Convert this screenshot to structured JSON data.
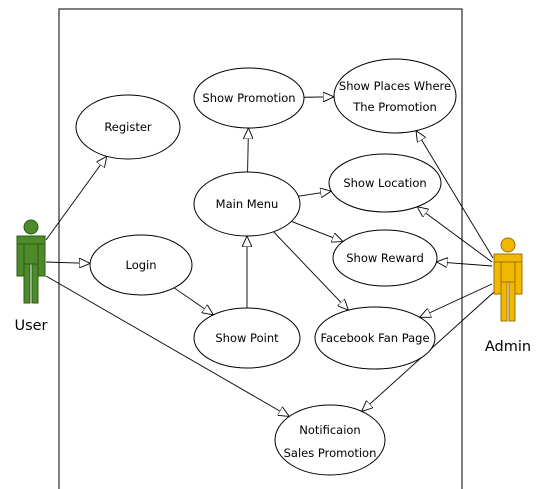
{
  "actors": {
    "user": {
      "label": "User",
      "color": "#4d8a2a"
    },
    "admin": {
      "label": "Admin",
      "color": "#f2b800"
    }
  },
  "use_cases": {
    "register": {
      "label": "Register"
    },
    "login": {
      "label": "Login"
    },
    "show_promotion": {
      "label": "Show Promotion"
    },
    "show_places": {
      "line1": "Show Places Where",
      "line2": "The Promotion"
    },
    "main_menu": {
      "label": "Main Menu"
    },
    "show_location": {
      "label": "Show Location"
    },
    "show_reward": {
      "label": "Show Reward"
    },
    "show_point": {
      "label": "Show Point"
    },
    "facebook_fan_page": {
      "label": "Facebook Fan Page"
    },
    "notification": {
      "line1": "Notificaion",
      "line2": "Sales Promotion"
    }
  },
  "relations": [
    {
      "from": "user",
      "to": "register"
    },
    {
      "from": "user",
      "to": "login"
    },
    {
      "from": "user",
      "to": "notification"
    },
    {
      "from": "login",
      "to": "show_point"
    },
    {
      "from": "show_point",
      "to": "main_menu"
    },
    {
      "from": "main_menu",
      "to": "show_promotion"
    },
    {
      "from": "show_promotion",
      "to": "show_places"
    },
    {
      "from": "main_menu",
      "to": "show_location"
    },
    {
      "from": "main_menu",
      "to": "show_reward"
    },
    {
      "from": "main_menu",
      "to": "facebook_fan_page"
    },
    {
      "from": "admin",
      "to": "show_places"
    },
    {
      "from": "admin",
      "to": "show_location"
    },
    {
      "from": "admin",
      "to": "show_reward"
    },
    {
      "from": "admin",
      "to": "facebook_fan_page"
    },
    {
      "from": "admin",
      "to": "notification"
    }
  ]
}
